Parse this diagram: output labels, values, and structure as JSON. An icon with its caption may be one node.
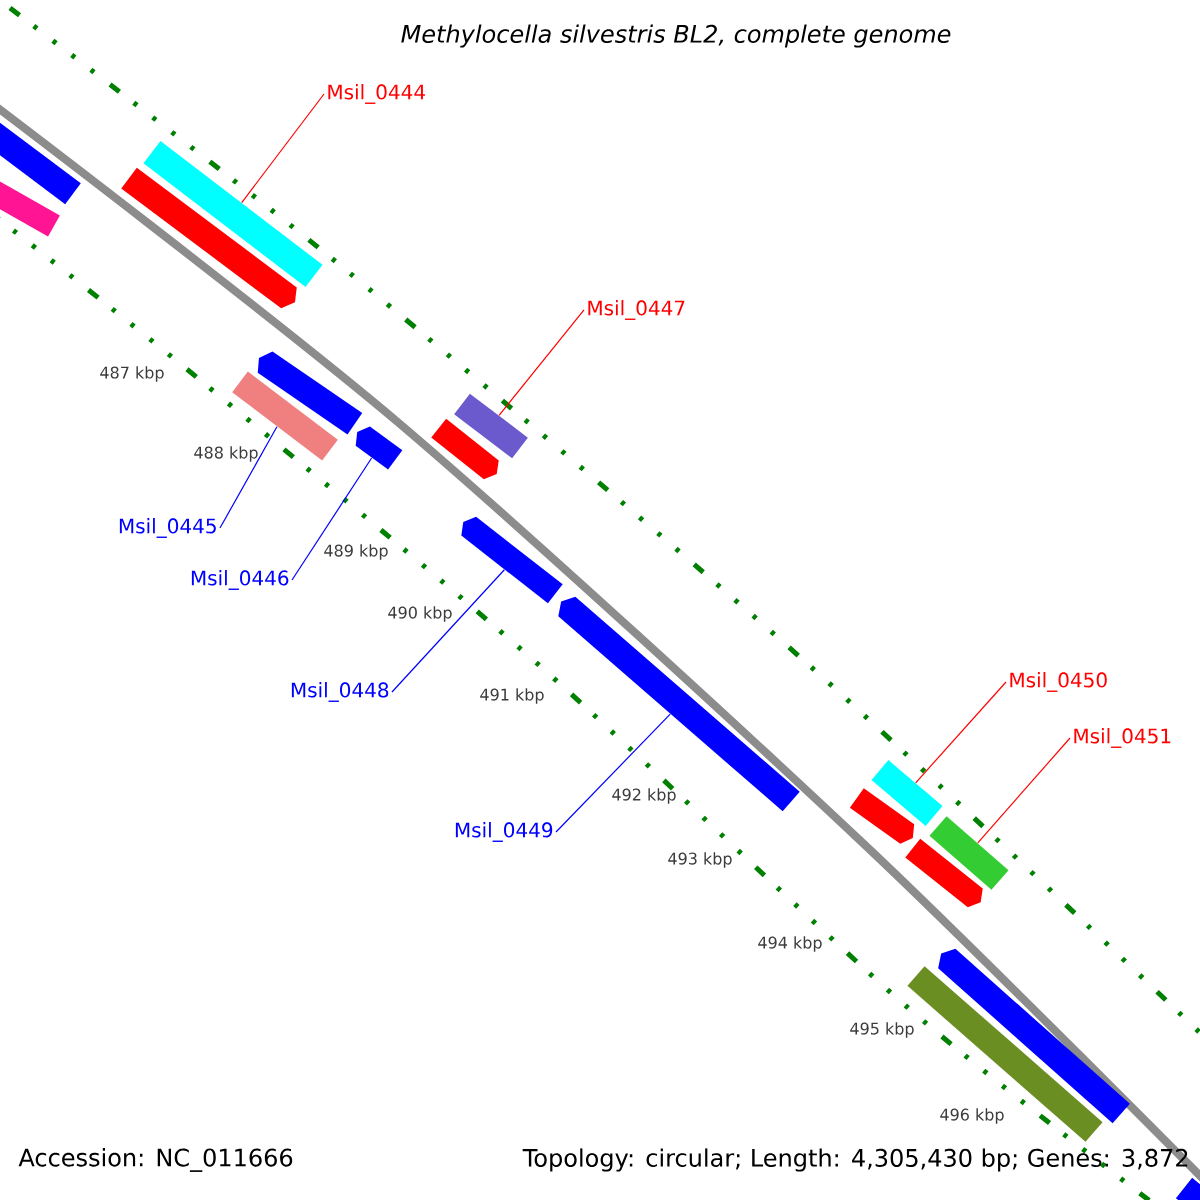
{
  "diagram": {
    "title": "Methylocella silvestris BL2, complete genome",
    "nodes": [
      {
        "text": [
          "Msil_0444"
        ]
      },
      {
        "text": [
          "Msil_0447"
        ]
      },
      {
        "text": [
          "Msil_0450"
        ]
      },
      {
        "text": [
          "Msil_0451"
        ]
      },
      {
        "text": [
          "Msil_0445"
        ]
      },
      {
        "text": [
          "Msil_0446"
        ]
      },
      {
        "text": [
          "Msil_0448"
        ]
      },
      {
        "text": [
          "Msil_0449"
        ]
      },
      {
        "text": [],
        "shape": "bar"
      },
      {
        "text": [],
        "shape": "bar"
      },
      {
        "text": [],
        "shape": "bar"
      },
      {
        "text": [],
        "shape": "bar"
      },
      {
        "text": [],
        "shape": "bar"
      },
      {
        "text": [],
        "shape": "pentagon"
      },
      {
        "text": [],
        "shape": "pentagon"
      },
      {
        "text": [],
        "shape": "pentagon"
      },
      {
        "text": [],
        "shape": "pentagon"
      },
      {
        "text": [],
        "shape": "bar"
      },
      {
        "text": [],
        "shape": "pentagon"
      },
      {
        "text": [],
        "shape": "pentagon"
      },
      {
        "text": [],
        "shape": "pentagon"
      },
      {
        "text": [],
        "shape": "pentagon"
      },
      {
        "text": [],
        "shape": "pentagon"
      },
      {
        "text": [],
        "shape": "bar"
      },
      {
        "text": [],
        "shape": "pentagon"
      },
      {
        "text": [],
        "shape": "bar"
      }
    ],
    "edges": [
      {
        "from": 0,
        "to": 8,
        "arrow": "none",
        "color": "#ff0000"
      },
      {
        "from": 1,
        "to": 9,
        "arrow": "none",
        "color": "#ff0000"
      },
      {
        "from": 2,
        "to": 10,
        "arrow": "none",
        "color": "#ff0000"
      },
      {
        "from": 3,
        "to": 11,
        "arrow": "none",
        "color": "#ff0000"
      },
      {
        "from": 4,
        "to": 12,
        "arrow": "none",
        "color": "#0000ff"
      },
      {
        "from": 5,
        "to": 13,
        "arrow": "none",
        "color": "#0000ff"
      },
      {
        "from": 6,
        "to": 14,
        "arrow": "none",
        "color": "#0000ff"
      },
      {
        "from": 7,
        "to": 15,
        "arrow": "none",
        "color": "#0000ff"
      }
    ],
    "labels": [
      "487 kbp",
      "488 kbp",
      "489 kbp",
      "490 kbp",
      "491 kbp",
      "492 kbp",
      "493 kbp",
      "494 kbp",
      "495 kbp",
      "496 kbp",
      "Accession: NC_011666",
      "Topology: circular; Length: 4,305,430 bp; Genes: 3,872"
    ]
  }
}
